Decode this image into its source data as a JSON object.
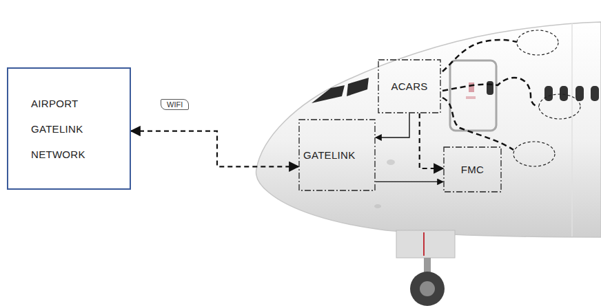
{
  "diagram": {
    "nodes": [
      {
        "text": [
          "AIRPORT GATELINK NETWORK"
        ]
      },
      {
        "text": [
          "ACARS"
        ]
      },
      {
        "text": [
          "GATELINK"
        ]
      },
      {
        "text": [
          "FMC"
        ]
      }
    ],
    "edges": [
      {
        "from": 0,
        "to": 2,
        "arrow": "both",
        "label": "WIFI"
      },
      {
        "from": 1,
        "to": 2,
        "arrow": "to"
      },
      {
        "from": 1,
        "to": 3,
        "arrow": "to"
      },
      {
        "from": 2,
        "to": 3,
        "arrow": "to"
      }
    ]
  }
}
